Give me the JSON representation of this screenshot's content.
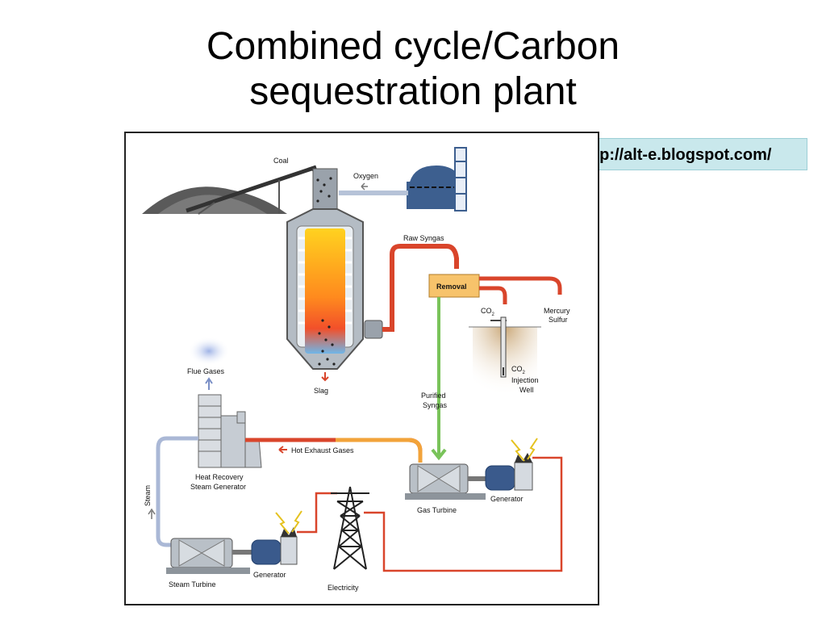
{
  "slide": {
    "title_line1": "Combined cycle/Carbon",
    "title_line2": "sequestration plant",
    "source_url": "http://alt-e.blogspot.com/"
  },
  "labels": {
    "coal": "Coal",
    "oxygen": "Oxygen",
    "raw_syngas": "Raw Syngas",
    "removal": "Removal",
    "co2_prefix": "CO",
    "co2_sub": "2",
    "mercury": "Mercury",
    "sulfur": "Sulfur",
    "injection": "Injection",
    "well": "Well",
    "flue_gases": "Flue Gases",
    "slag": "Slag",
    "purified": "Purified",
    "syngas": "Syngas",
    "hot_exhaust": "Hot Exhaust Gases",
    "hrsg_line1": "Heat Recovery",
    "hrsg_line2": "Steam Generator",
    "steam": "Steam",
    "gas_turbine": "Gas Turbine",
    "generator": "Generator",
    "steam_turbine": "Steam Turbine",
    "electricity": "Electricity"
  },
  "colors": {
    "hot_pipe": "#d9452b",
    "syngas_pipe": "#79c35a",
    "steam_pipe": "#aab8d6",
    "removal_box": "#f7c36b",
    "ground": "#b08b5a",
    "machine_blue": "#3a5a8c"
  }
}
